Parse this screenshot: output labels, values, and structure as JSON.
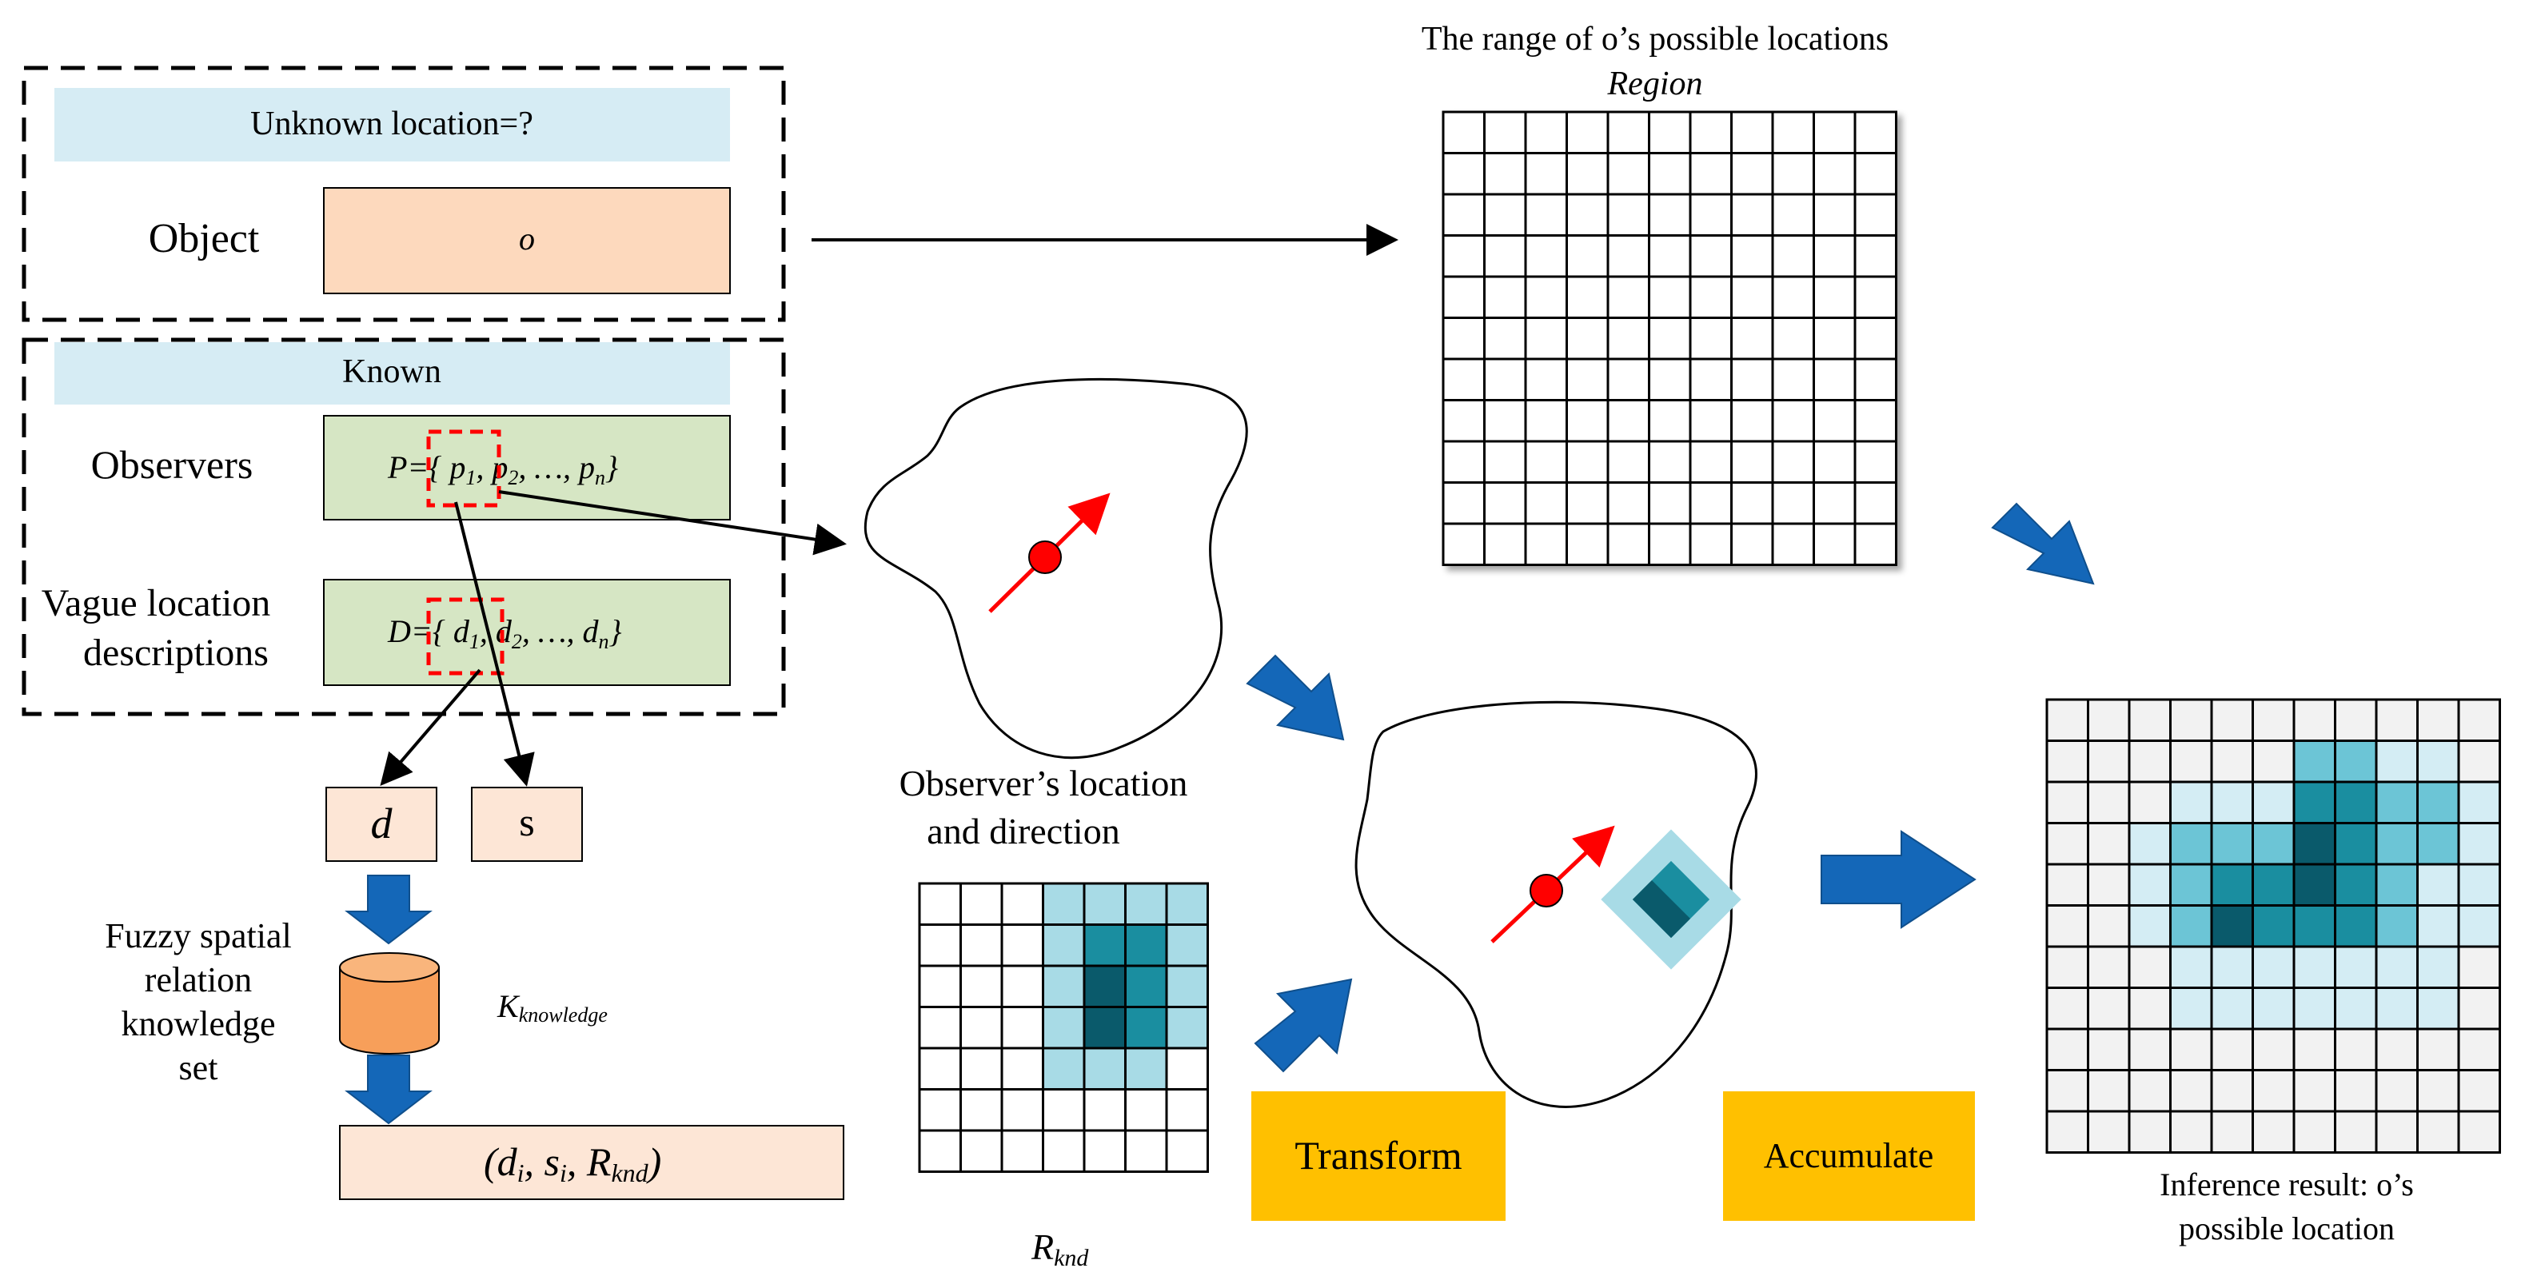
{
  "unknown": {
    "header": "Unknown location=?",
    "object_label": "Object",
    "object_value": "o"
  },
  "known": {
    "header": "Known",
    "observers_label": "Observers",
    "observers_value": {
      "prefix": "P={ ",
      "p1": "p",
      "p1_sub": "1",
      "c1": ", ",
      "p2": "p",
      "p2_sub": "2",
      "mid": ", …,  ",
      "pn": "p",
      "pn_sub": "n",
      "suffix": "}"
    },
    "vague_label_line1": "Vague location",
    "vague_label_line2": "descriptions",
    "vague_value": {
      "prefix": "D={ ",
      "d1": "d",
      "d1_sub": "1",
      "c1": ", ",
      "d2": "d",
      "d2_sub": "2",
      "mid": ", …, ",
      "dn": "d",
      "dn_sub": "n",
      "suffix": "}"
    }
  },
  "extract": {
    "d": "d",
    "s": "s"
  },
  "knowledge": {
    "label_lines": [
      "Fuzzy spatial",
      "relation",
      "knowledge",
      "set"
    ],
    "db_base": "K",
    "db_sub": "knowledge",
    "tuple": {
      "open": "(",
      "d": "d",
      "d_sub": "i",
      "c1": ", ",
      "s": "s",
      "s_sub": "i",
      "c2": ", ",
      "r": "R",
      "r_sub": "knd",
      "close": ")"
    }
  },
  "region": {
    "title": "The range of o’s possible locations",
    "subtitle": "Region"
  },
  "observer": {
    "caption_line1": "Observer’s location",
    "caption_line2": "and direction",
    "rknd_base": "R",
    "rknd_sub": "knd"
  },
  "actions": {
    "transform": "Transform",
    "accumulate": "Accumulate"
  },
  "result": {
    "caption_line1": "Inference result: o’s",
    "caption_line2": "possible location"
  },
  "colors": {
    "header_fill": "#d6ecf4",
    "object_fill": "#fdd9bd",
    "known_fill": "#d6e6c4",
    "extract_fill": "#fde6d6",
    "cylinder_fill": "#f79f5a",
    "action_fill": "#ffc000",
    "arrow_blue": "#1467b8",
    "red": "#ff0000",
    "teal_dark": "#0a5a6b",
    "teal": "#1a8ea0",
    "teal_mid": "#6cc5d6",
    "teal_light": "#a8dbe6",
    "teal_pale": "#d4edf4",
    "grid_bg": "#f2f2f2"
  }
}
